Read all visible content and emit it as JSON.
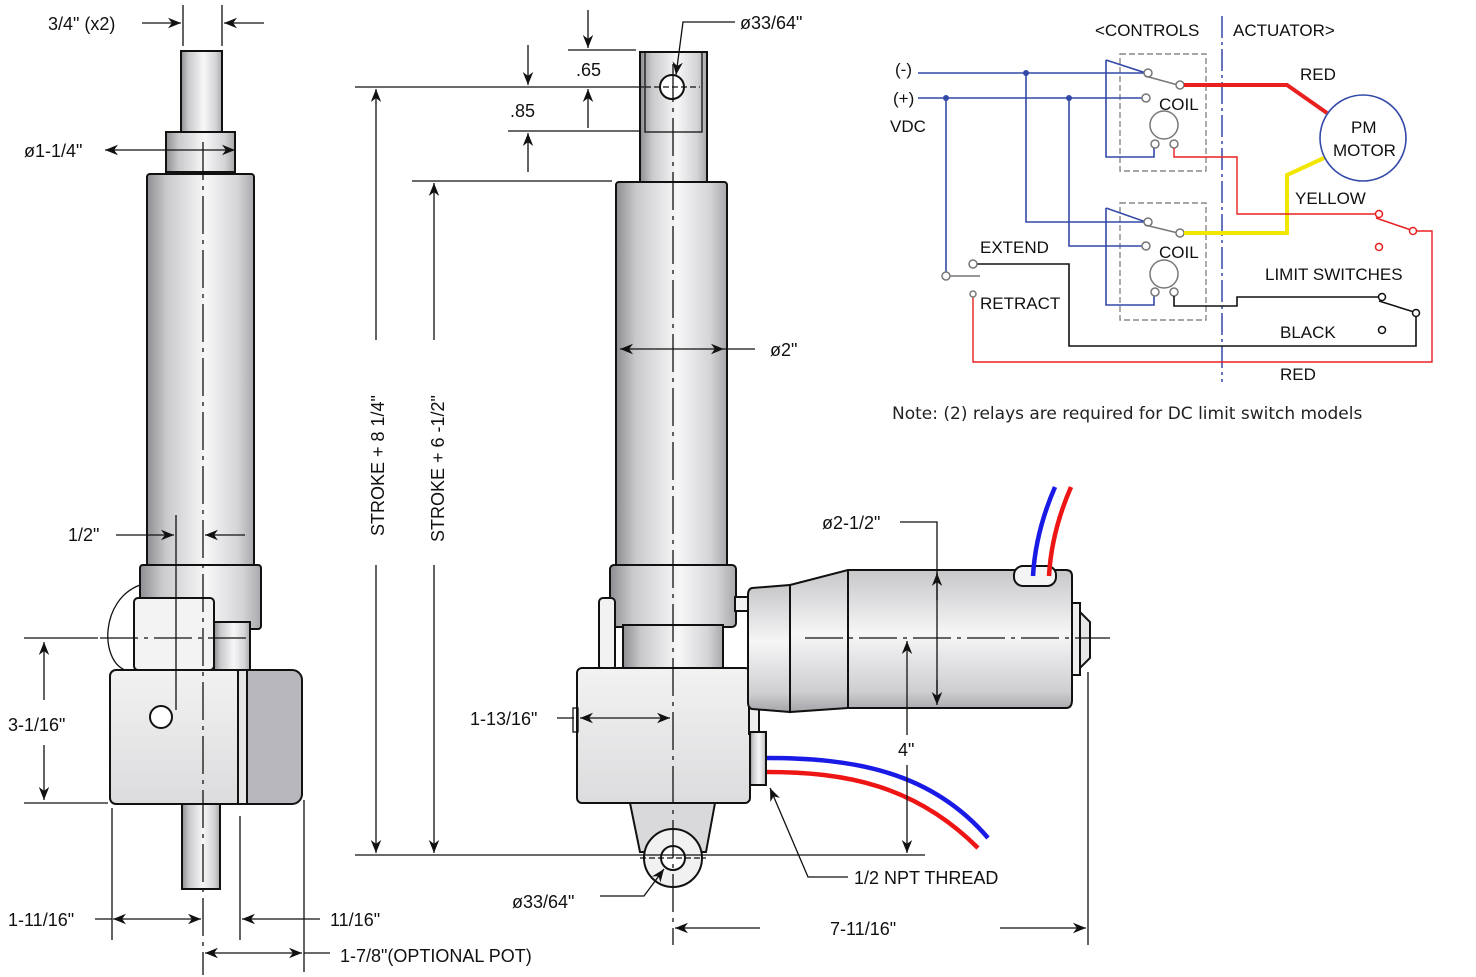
{
  "title": "Linear Actuator Dimensional Drawing and DC Wiring Diagram",
  "side_view": {
    "rod_end_width": "3/4\" (x2)",
    "rod_shoulder_dia": "ø1-1/4\"",
    "offset": "1/2\"",
    "gearbox_height": "3-1/16\"",
    "left_width": "1-11/16\"",
    "pot_width": "11/16\"",
    "pot_total": "1-7/8\"(OPTIONAL POT)"
  },
  "front_view": {
    "clevis_hole_dia_top": "ø33/64\"",
    "clevis_offset_top": ".65",
    "clevis_depth": ".85",
    "retracted_length": "STROKE + 8 1/4\"",
    "body_length": "STROKE + 6 -1/2\"",
    "tube_dia": "ø2\"",
    "motor_dia": "ø2-1/2\"",
    "gearbox_offset": "1-13/16\"",
    "motor_height": "4\"",
    "clevis_hole_dia_bottom": "ø33/64\"",
    "conduit": "1/2 NPT THREAD",
    "overall_width": "7-11/16\""
  },
  "wiring": {
    "controls_label": "<CONTROLS",
    "actuator_label": "ACTUATOR>",
    "neg_label": "(-)",
    "pos_label": "(+)",
    "vdc_label": "VDC",
    "coil_label_1": "COIL",
    "coil_label_2": "COIL",
    "motor_label_1": "PM",
    "motor_label_2": "MOTOR",
    "red_top": "RED",
    "yellow": "YELLOW",
    "extend": "EXTEND",
    "retract": "RETRACT",
    "limit_switches": "LIMIT SWITCHES",
    "black": "BLACK",
    "red_bottom": "RED",
    "colors": {
      "control_wire": "#3349a8",
      "red_wire": "#e82020",
      "yellow_wire": "#f2e600",
      "black_wire": "#111111"
    }
  },
  "note": "Note: (2) relays are required for DC limit switch models"
}
